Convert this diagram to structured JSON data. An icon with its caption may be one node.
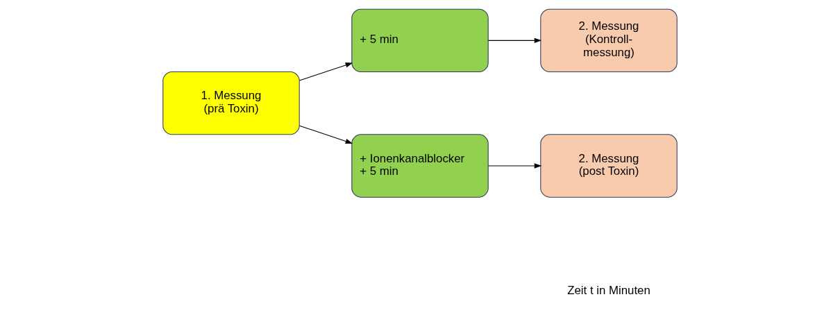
{
  "diagram": {
    "nodes": [
      {
        "text": [
          "1. Messung (prä Toxin)"
        ]
      },
      {
        "text": [
          "+ 5 min"
        ]
      },
      {
        "text": [
          "2. Messung (Kontroll- messung)"
        ]
      },
      {
        "text": [
          "+ Ionenkanalblocker + 5 min"
        ]
      },
      {
        "text": [
          "2. Messung (post Toxin)"
        ]
      }
    ],
    "edges": [
      {
        "from": 0,
        "to": 1,
        "arrow": "to"
      },
      {
        "from": 1,
        "to": 2,
        "arrow": "to"
      },
      {
        "from": 0,
        "to": 3,
        "arrow": "to"
      },
      {
        "from": 3,
        "to": 4,
        "arrow": "to"
      }
    ],
    "labels": [
      "Zeit t in Minuten"
    ]
  }
}
